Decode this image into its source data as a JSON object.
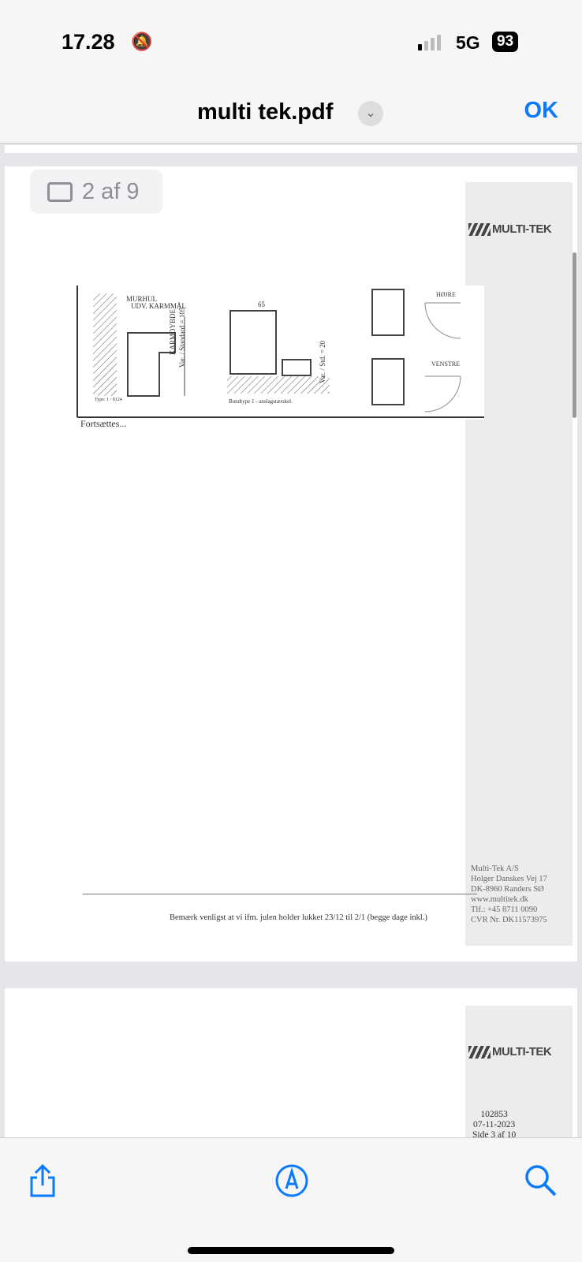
{
  "status": {
    "time": "17.28",
    "network": "5G",
    "battery": "93"
  },
  "nav": {
    "title": "multi tek.pdf",
    "done": "OK"
  },
  "page_indicator": "2 af 9",
  "page2": {
    "logo": "MULTI-TEK",
    "diagram": {
      "murhul": "MURHUL",
      "karmmaal": "UDV. KARMMÅL",
      "karmdybde": "KARMDYBDE",
      "standard": "Var. / Standard = 105",
      "type": "Type: 1 / 8124",
      "width": "65",
      "std": "Var. / Std. = 20",
      "bundtype": "Bundtype 1 - anslagstærskel.",
      "hojre": "HØJRE",
      "venstre": "VENSTRE"
    },
    "continued": "Fortsættes...",
    "notice": "Bemærk venligst at vi ifm. julen holder lukket 23/12 til 2/1 (begge dage inkl.)",
    "address": [
      "Multi-Tek A/S",
      "Holger Danskes Vej 17",
      "DK-8960 Randers SØ",
      "www.multitek.dk",
      "Tlf.: +45 8711 0090",
      "CVR Nr. DK11573975"
    ]
  },
  "page3": {
    "logo": "MULTI-TEK",
    "ref": "102853",
    "date": "07-11-2023",
    "side": "Side 3 af 10"
  },
  "icons": {
    "share": "share-icon",
    "markup": "markup-pen-icon",
    "search": "search-icon"
  }
}
